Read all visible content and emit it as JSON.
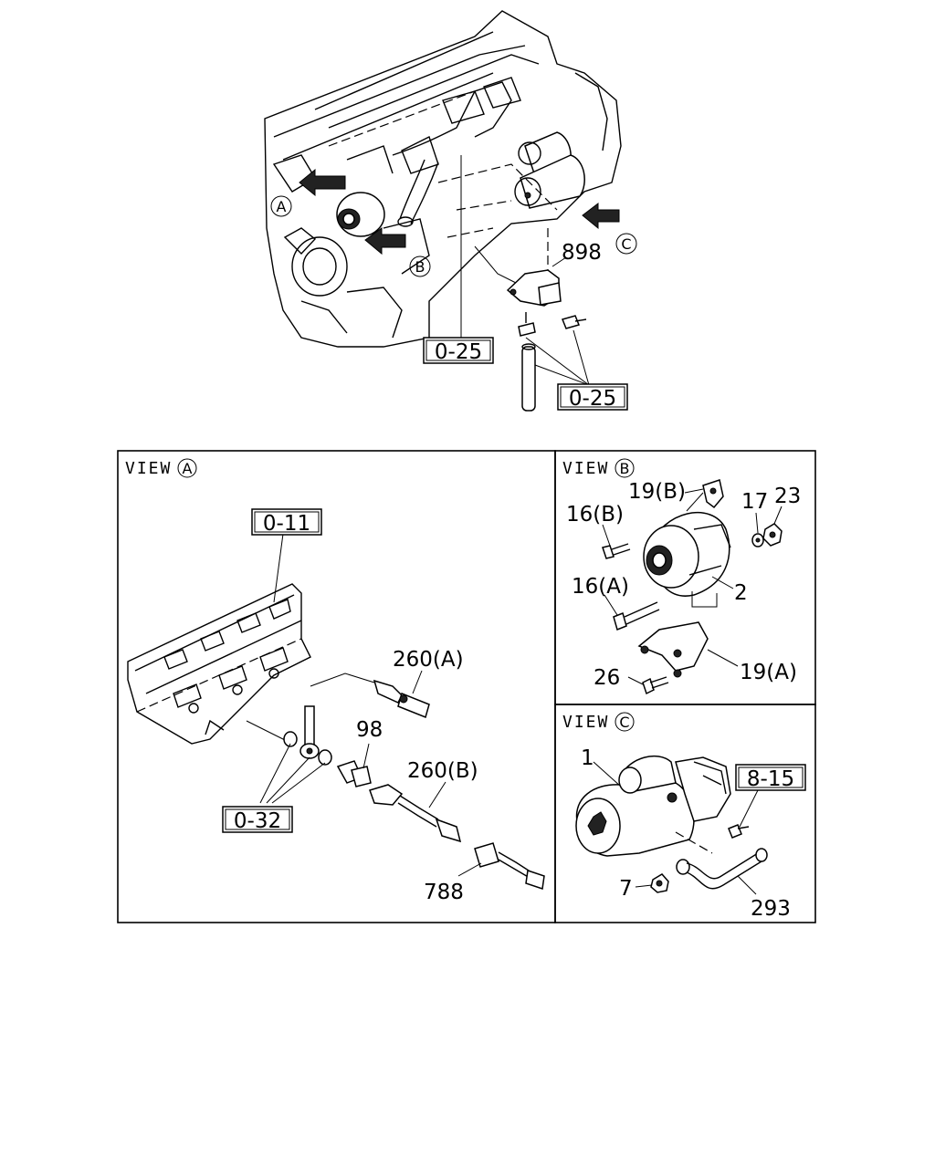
{
  "callouts": {
    "main_sensor": "898",
    "ref_main_1": "0-25",
    "ref_main_2": "0-25",
    "view_a_ref_top": "0-11",
    "view_a_ref_bottom": "0-32",
    "sensor_a": "260(A)",
    "sensor_b": "260(B)",
    "adapter": "98",
    "harness": "788",
    "bracket_b": "19(B)",
    "bolt_b": "16(B)",
    "washer": "17",
    "nut": "23",
    "bolt_a": "16(A)",
    "alternator": "2",
    "bracket_a": "19(A)",
    "bolt_26": "26",
    "starter": "1",
    "ref_view_c": "8-15",
    "nut_7": "7",
    "cable": "293"
  },
  "markers": {
    "a": "A",
    "b": "B",
    "c": "C"
  },
  "views": {
    "a_title": "VIEW",
    "b_title": "VIEW",
    "c_title": "VIEW"
  }
}
